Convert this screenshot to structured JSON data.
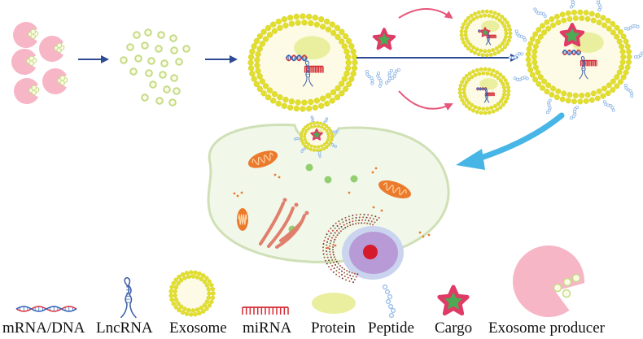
{
  "colors": {
    "producer_pink": "#f7b6c6",
    "exosome_green": "#c3dc86",
    "exosome_fill": "#fdfbe6",
    "membrane_yellow": "#e2df2c",
    "membrane_stroke": "#c9c41c",
    "protein_fill": "#e9ef9e",
    "dna_red": "#d6343f",
    "dna_blue": "#2f63b8",
    "lncrna_blue": "#3c5fa8",
    "mirna_red": "#d52b35",
    "peptide_blue": "#8fb6e6",
    "cargo_star_pink": "#e03a67",
    "cargo_star_green": "#4caa52",
    "arrow_navy": "#2e4a92",
    "arrow_pink": "#e8577a",
    "arrow_cyan": "#47b5e6",
    "cell_fill": "#f1f8ea",
    "cell_stroke": "#cfe0b6",
    "mitochondria_orange": "#ec7a2c",
    "golgi_salmon": "#e07f6c",
    "nucleus_purple": "#b89ad6",
    "nucleolus_red": "#d51a2b"
  },
  "icons": [
    "exosome-producer-icon",
    "exosome-icon",
    "mrna-dna-icon",
    "lncrna-icon",
    "mirna-icon",
    "protein-icon",
    "peptide-icon",
    "cargo-star-icon",
    "mitochondria-icon",
    "golgi-icon",
    "nucleus-icon",
    "recipient-cell-icon"
  ],
  "legend": {
    "mrna_dna": "mRNA/DNA",
    "lncrna": "LncRNA",
    "exosome": "Exosome",
    "mirna": "miRNA",
    "protein": "Protein",
    "peptide": "Peptide",
    "cargo": "Cargo",
    "exosome_producer": "Exosome producer"
  }
}
